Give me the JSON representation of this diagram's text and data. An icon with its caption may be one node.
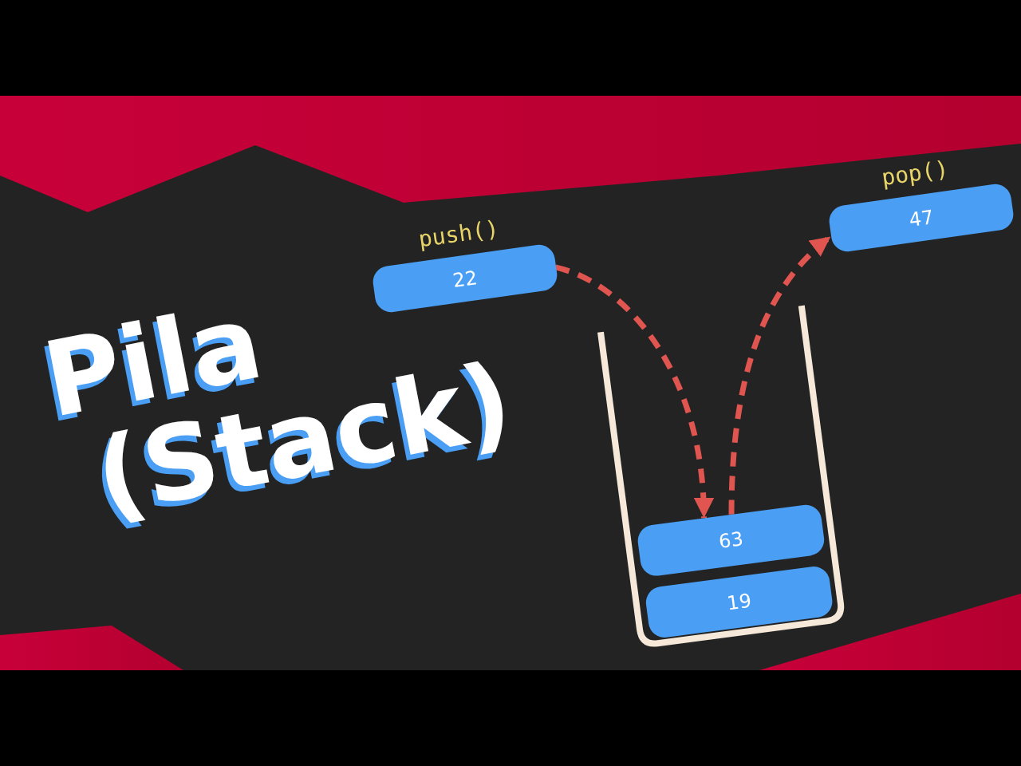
{
  "diagram": {
    "title": "Pila (Stack)",
    "nodes": [
      {
        "text": [
          "push()",
          "22"
        ]
      },
      {
        "text": [
          "pop()",
          "47"
        ]
      },
      {
        "text": [],
        "shape": "cup"
      },
      {
        "text": [
          "63"
        ],
        "in": 2
      },
      {
        "text": [
          "19"
        ],
        "in": 2
      }
    ],
    "edges": [
      {
        "from": 0,
        "to": 3,
        "arrow": "to",
        "style": "dashed"
      },
      {
        "from": 3,
        "to": 1,
        "arrow": "to",
        "style": "dashed"
      }
    ]
  }
}
